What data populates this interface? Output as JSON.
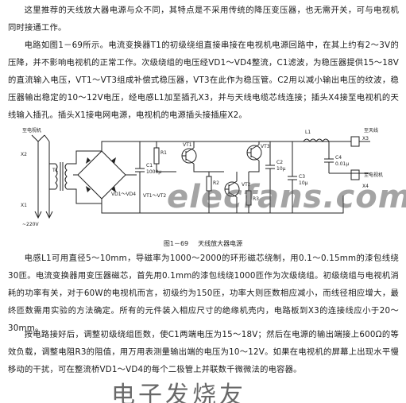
{
  "paragraphs": {
    "p1": "这里推荐的天线放大器电源与众不同，其特点是不采用传统的降压变压器，也无需开关，可与电视机同时接通工作。",
    "p2": "电路如图1－69所示。电流变换器T1的初级绕组直接串接在电视机电源回路中，在其上约有2～3V的压降，并不影响电视机的正常工作。次级绕组的电压经VD1～VD4整流，C1滤波，为稳压器提供15～18V的直流输入电压，VT1～VT3组成补偿式稳压器，VT3在此作为稳压管。C2用以减小输出电压的纹波，稳压器输出稳定的10～12V电压，经电感L1加至插孔X3，并与天线电缆芯线连接；插头X4接至电视机的天线输入插孔。插头X1接电网电源，电视机的电源插头接插座X2。",
    "p3": "电感L1可用直径5～10mm，导磁率为1000～2000的环形磁芯绕制，用0.1～0.15mm的漆包线绕30匝。电流变换器用变压器磁芯，首先用0.1mm的漆包线绕1000匝作为次级绕组。初级绕组与电视机消耗的功率有关，对于60W的电视机而言，初级约为150匝，功率大则匝数相应减小，而线径相应增大，最终匝数需用实验的方法确定。所有的元件装入相应尺寸的绝缘机壳内，电路板到X3的连接线应小于20～30mm。",
    "p4": "按电路接好后，调整初级绕组匝数，使C1两端电压为15～18V；然后在电源的输出端接上600Ω的等效负载，调整电阻R3的阻值，用万用表测量输出端的电压为10～12V。如果在电视机的屏幕上出现水平慢移动的干扰，可在整流桥VD1～VD4的每个二极管上并联数千微微法的电容器。"
  },
  "figure": {
    "labels": {
      "power_tv": "至电视机",
      "x2": "X2",
      "x1": "X1",
      "t1": "T1",
      "mains": "~220V",
      "c1": "C1",
      "c1_value": "1000μ",
      "vd": "VD1～VD4",
      "vt12": "VT1～VT2",
      "r1": "R1",
      "r2": "R2",
      "r3": "R3",
      "vt1": "VT1",
      "vt2": "VT2",
      "vt3": "VT3",
      "c2": "C2",
      "c2_value": "10μ",
      "c3": "C3",
      "c3_value": "10μ",
      "l1": "L1",
      "c4": "C4",
      "c4_value": "0.01μ",
      "x3": "X3",
      "x4": "X4",
      "antenna": "至天线",
      "tv_out": "至电视机"
    },
    "caption_num": "图1－69",
    "caption_text": "天线放大器电源"
  },
  "watermarks": {
    "site": "elecfans.com",
    "brand": "电子发烧友"
  },
  "colors": {
    "text": "#1a1a1a",
    "line": "#222222",
    "watermark": "#5a5a5a"
  }
}
